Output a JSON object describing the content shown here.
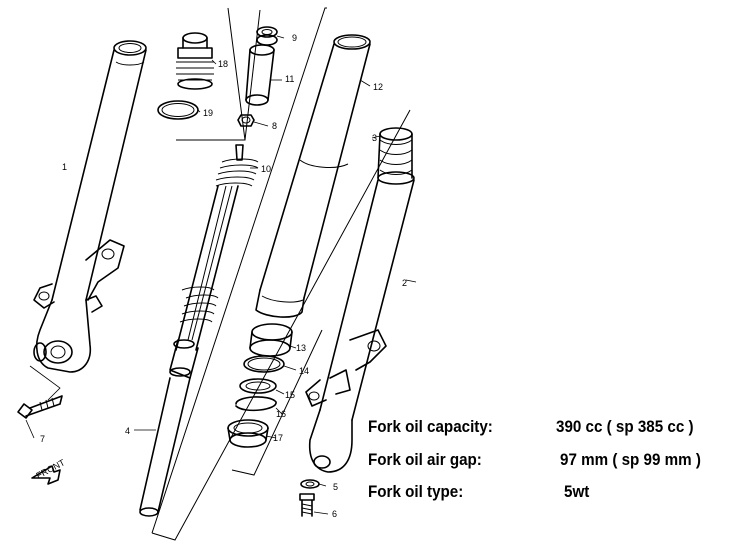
{
  "callouts": [
    {
      "id": "c1",
      "text": "1"
    },
    {
      "id": "c2",
      "text": "2"
    },
    {
      "id": "c3",
      "text": "3"
    },
    {
      "id": "c4",
      "text": "4"
    },
    {
      "id": "c5",
      "text": "5"
    },
    {
      "id": "c6",
      "text": "6"
    },
    {
      "id": "c7",
      "text": "7"
    },
    {
      "id": "c8",
      "text": "8"
    },
    {
      "id": "c9",
      "text": "9"
    },
    {
      "id": "c10",
      "text": "10"
    },
    {
      "id": "c11",
      "text": "11"
    },
    {
      "id": "c12",
      "text": "12"
    },
    {
      "id": "c13",
      "text": "13"
    },
    {
      "id": "c14",
      "text": "14"
    },
    {
      "id": "c15",
      "text": "15"
    },
    {
      "id": "c16",
      "text": "16"
    },
    {
      "id": "c17",
      "text": "17"
    },
    {
      "id": "c18",
      "text": "18"
    },
    {
      "id": "c19",
      "text": "19"
    }
  ],
  "specs": [
    {
      "label": "Fork oil capacity:",
      "value": "390 cc ( sp 385 cc )"
    },
    {
      "label": "Fork oil air gap:",
      "value": "97 mm ( sp 99 mm )"
    },
    {
      "label": "Fork oil type:",
      "value": "5wt"
    }
  ],
  "front_marker": "FRONT"
}
